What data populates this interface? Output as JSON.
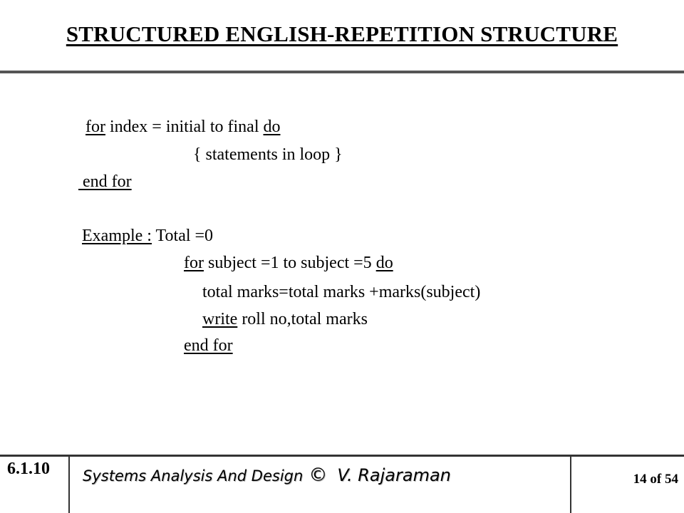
{
  "slide": {
    "title": "STRUCTURED ENGLISH-REPETITION STRUCTURE"
  },
  "syntax": {
    "for_kw": "for",
    "for_rest": " index = initial to final ",
    "do_kw": "do",
    "body": "{ statements in loop }",
    "end_for": " end for"
  },
  "example": {
    "label": "Example :",
    "init": " Total =0",
    "for_kw": "for",
    "for_rest": " subject =1 to subject =5 ",
    "do_kw": "do",
    "stmt1": "total marks=total marks +marks(subject)",
    "write_kw": "write",
    "write_rest": " roll no,total marks",
    "end_for": "end for"
  },
  "footer": {
    "section": "6.1.10",
    "course": "Systems Analysis And Design",
    "copyright": "©",
    "author": "V. Rajaraman",
    "page": "14 of 54"
  }
}
